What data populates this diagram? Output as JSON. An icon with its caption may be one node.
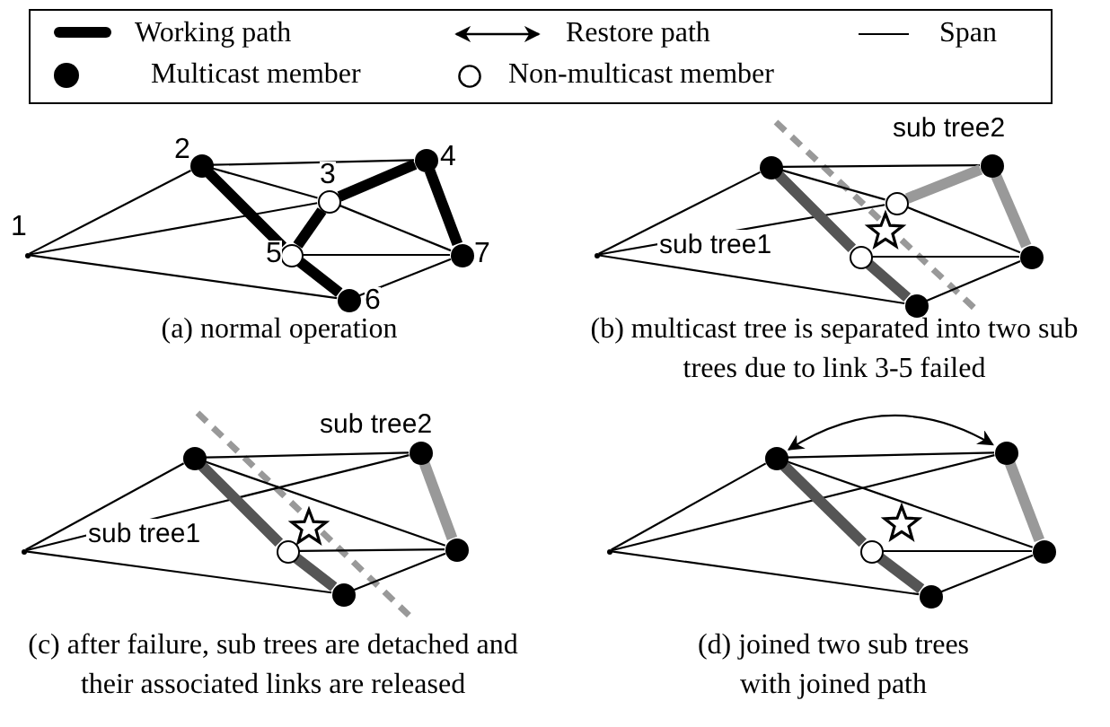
{
  "diagram": {
    "nodes": [
      {
        "text": [],
        "shape": "point",
        "beside": [
          "1"
        ]
      },
      {
        "text": [],
        "shape": "dot",
        "beside": [
          "2"
        ]
      },
      {
        "text": [],
        "shape": "circle",
        "beside": [
          "3"
        ]
      },
      {
        "text": [],
        "shape": "dot",
        "beside": [
          "4"
        ]
      },
      {
        "text": [],
        "shape": "circle",
        "beside": [
          "5"
        ]
      },
      {
        "text": [],
        "shape": "dot",
        "beside": [
          "6"
        ]
      },
      {
        "text": [],
        "shape": "dot",
        "beside": [
          "7"
        ]
      },
      {
        "text": [],
        "shape": "point"
      },
      {
        "text": [],
        "shape": "dot"
      },
      {
        "text": [],
        "shape": "circle"
      },
      {
        "text": [],
        "shape": "dot"
      },
      {
        "text": [],
        "shape": "circle"
      },
      {
        "text": [],
        "shape": "dot"
      },
      {
        "text": [],
        "shape": "dot"
      },
      {
        "text": [],
        "shape": "point"
      },
      {
        "text": [],
        "shape": "dot"
      },
      {
        "text": [],
        "shape": "dot"
      },
      {
        "text": [],
        "shape": "circle"
      },
      {
        "text": [],
        "shape": "dot"
      },
      {
        "text": [],
        "shape": "dot"
      },
      {
        "text": [],
        "shape": "point"
      },
      {
        "text": [],
        "shape": "dot"
      },
      {
        "text": [],
        "shape": "dot"
      },
      {
        "text": [],
        "shape": "circle"
      },
      {
        "text": [],
        "shape": "dot"
      },
      {
        "text": [],
        "shape": "dot"
      }
    ],
    "edges": [
      {
        "from": 0,
        "to": 1,
        "arrow": "none"
      },
      {
        "from": 0,
        "to": 2,
        "arrow": "none"
      },
      {
        "from": 0,
        "to": 5,
        "arrow": "none"
      },
      {
        "from": 1,
        "to": 3,
        "arrow": "none"
      },
      {
        "from": 1,
        "to": 2,
        "arrow": "none"
      },
      {
        "from": 2,
        "to": 6,
        "arrow": "none"
      },
      {
        "from": 4,
        "to": 6,
        "arrow": "none"
      },
      {
        "from": 5,
        "to": 6,
        "arrow": "none"
      },
      {
        "from": 1,
        "to": 4,
        "arrow": "none",
        "style": "thick"
      },
      {
        "from": 4,
        "to": 2,
        "arrow": "none",
        "style": "thick"
      },
      {
        "from": 2,
        "to": 3,
        "arrow": "none",
        "style": "thick"
      },
      {
        "from": 3,
        "to": 6,
        "arrow": "none",
        "style": "thick"
      },
      {
        "from": 4,
        "to": 5,
        "arrow": "none",
        "style": "thick"
      },
      {
        "from": 7,
        "to": 8,
        "arrow": "none"
      },
      {
        "from": 7,
        "to": 9,
        "arrow": "none"
      },
      {
        "from": 7,
        "to": 12,
        "arrow": "none"
      },
      {
        "from": 8,
        "to": 10,
        "arrow": "none"
      },
      {
        "from": 8,
        "to": 9,
        "arrow": "none"
      },
      {
        "from": 9,
        "to": 13,
        "arrow": "none"
      },
      {
        "from": 11,
        "to": 13,
        "arrow": "none"
      },
      {
        "from": 12,
        "to": 13,
        "arrow": "none"
      },
      {
        "from": 8,
        "to": 11,
        "arrow": "none",
        "style": "thick",
        "color": "#555555"
      },
      {
        "from": 11,
        "to": 12,
        "arrow": "none",
        "style": "thick",
        "color": "#555555"
      },
      {
        "from": 9,
        "to": 10,
        "arrow": "none",
        "style": "thick",
        "color": "#999999"
      },
      {
        "from": 10,
        "to": 13,
        "arrow": "none",
        "style": "thick",
        "color": "#999999"
      },
      {
        "from": 14,
        "to": 15,
        "arrow": "none"
      },
      {
        "from": 14,
        "to": 16,
        "arrow": "none"
      },
      {
        "from": 14,
        "to": 18,
        "arrow": "none"
      },
      {
        "from": 15,
        "to": 16,
        "arrow": "none"
      },
      {
        "from": 15,
        "to": 19,
        "arrow": "none"
      },
      {
        "from": 17,
        "to": 19,
        "arrow": "none"
      },
      {
        "from": 18,
        "to": 19,
        "arrow": "none"
      },
      {
        "from": 15,
        "to": 17,
        "arrow": "none",
        "style": "thick",
        "color": "#555555"
      },
      {
        "from": 17,
        "to": 18,
        "arrow": "none",
        "style": "thick",
        "color": "#555555"
      },
      {
        "from": 16,
        "to": 19,
        "arrow": "none",
        "style": "thick",
        "color": "#999999"
      },
      {
        "from": 20,
        "to": 21,
        "arrow": "none"
      },
      {
        "from": 20,
        "to": 22,
        "arrow": "none"
      },
      {
        "from": 20,
        "to": 24,
        "arrow": "none"
      },
      {
        "from": 21,
        "to": 22,
        "arrow": "none"
      },
      {
        "from": 21,
        "to": 25,
        "arrow": "none"
      },
      {
        "from": 23,
        "to": 25,
        "arrow": "none"
      },
      {
        "from": 24,
        "to": 25,
        "arrow": "none"
      },
      {
        "from": 21,
        "to": 23,
        "arrow": "none",
        "style": "thick",
        "color": "#555555"
      },
      {
        "from": 23,
        "to": 24,
        "arrow": "none",
        "style": "thick",
        "color": "#555555"
      },
      {
        "from": 22,
        "to": 25,
        "arrow": "none",
        "style": "thick",
        "color": "#999999"
      },
      {
        "from": 21,
        "to": 22,
        "arrow": "both"
      }
    ],
    "labels": [
      "(a) normal operation",
      "sub tree2",
      "sub tree1",
      "(b) multicast tree is separated into two sub trees due to link 3-5 failed",
      "sub tree2",
      "sub tree1",
      "(c) after failure, sub trees are detached and their associated links are released",
      "(d) joined two sub trees with joined path"
    ],
    "legend": [
      {
        "text": "Working path"
      },
      {
        "text": "Restore path"
      },
      {
        "text": "Span"
      },
      {
        "text": "Multicast member"
      },
      {
        "text": "Non-multicast member"
      }
    ]
  }
}
